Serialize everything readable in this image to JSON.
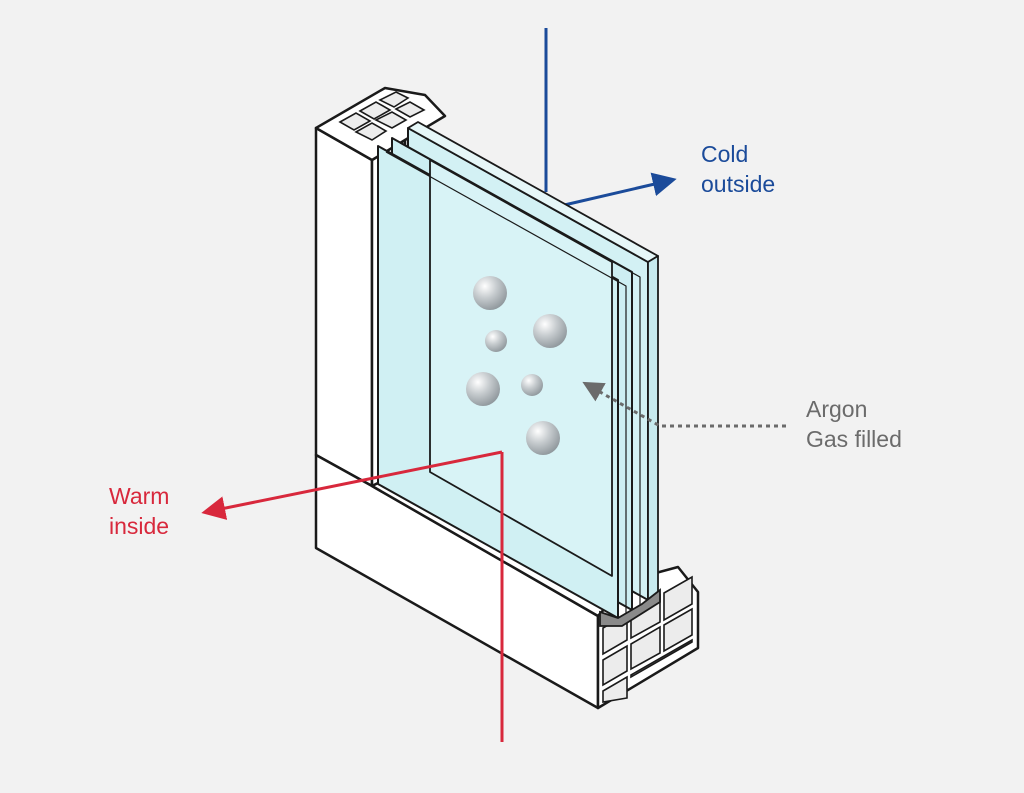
{
  "labels": {
    "cold": {
      "line1": "Cold",
      "line2": "outside"
    },
    "argon": {
      "line1": "Argon",
      "line2": "Gas filled"
    },
    "warm": {
      "line1": "Warm",
      "line2": "inside"
    }
  },
  "colors": {
    "background": "#f2f2f2",
    "cold": "#1b4b9a",
    "warm": "#d8283c",
    "argon": "#6b6b6b",
    "outline": "#1a1a1a",
    "glass": "#d3f1f4",
    "frame": "#ffffff",
    "spacer": "#8a8a8a"
  }
}
